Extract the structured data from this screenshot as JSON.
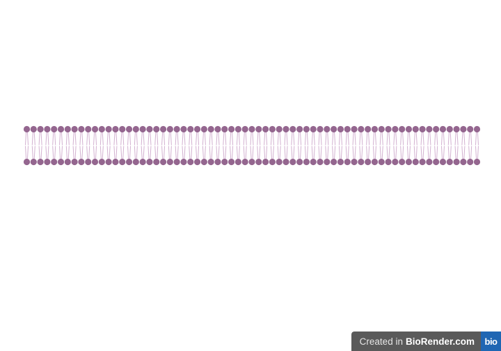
{
  "diagram": {
    "subject": "lipid-bilayer",
    "head_count_per_leaflet": 67,
    "colors": {
      "head": "#94668f",
      "tail": "#d2b0d0",
      "background": "#ffffff"
    }
  },
  "watermark": {
    "prefix": "Created in",
    "brand": "BioRender.com",
    "logo": "bio",
    "colors": {
      "text_bg": "#5a5a5a",
      "logo_bg": "#1f66b3"
    }
  }
}
